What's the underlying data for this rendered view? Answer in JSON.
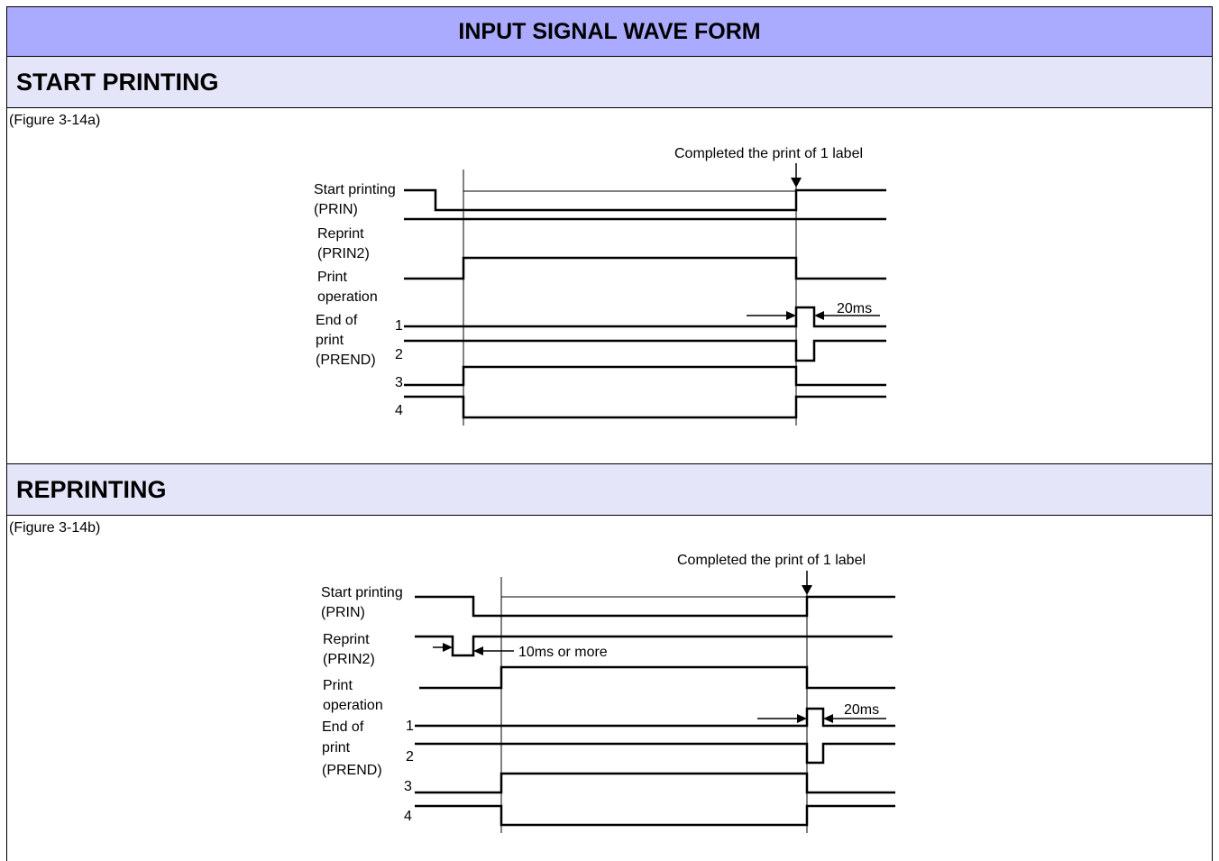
{
  "page_title": "INPUT SIGNAL WAVE FORM",
  "sections": [
    {
      "heading": "START PRINTING",
      "caption": "(Figure 3-14a)",
      "completed_label": "Completed the print of 1 label",
      "labels": {
        "start_printing": "Start printing",
        "prin": "(PRIN)",
        "reprint": "Reprint",
        "prin2": "(PRIN2)",
        "print": "Print",
        "operation": "operation",
        "end_of": "End of",
        "print_word": "print",
        "prend": "(PREND)",
        "n1": "1",
        "n2": "2",
        "n3": "3",
        "n4": "4",
        "duration": "20ms"
      }
    },
    {
      "heading": "REPRINTING",
      "caption": "(Figure 3-14b)",
      "completed_label": "Completed the print of 1 label",
      "labels": {
        "start_printing": "Start printing",
        "prin": "(PRIN)",
        "reprint": "Reprint",
        "prin2": "(PRIN2)",
        "print": "Print",
        "operation": "operation",
        "end_of": "End of",
        "print_word": "print",
        "prend": "(PREND)",
        "n1": "1",
        "n2": "2",
        "n3": "3",
        "n4": "4",
        "duration": "20ms",
        "min_pulse": "10ms or more"
      }
    }
  ]
}
